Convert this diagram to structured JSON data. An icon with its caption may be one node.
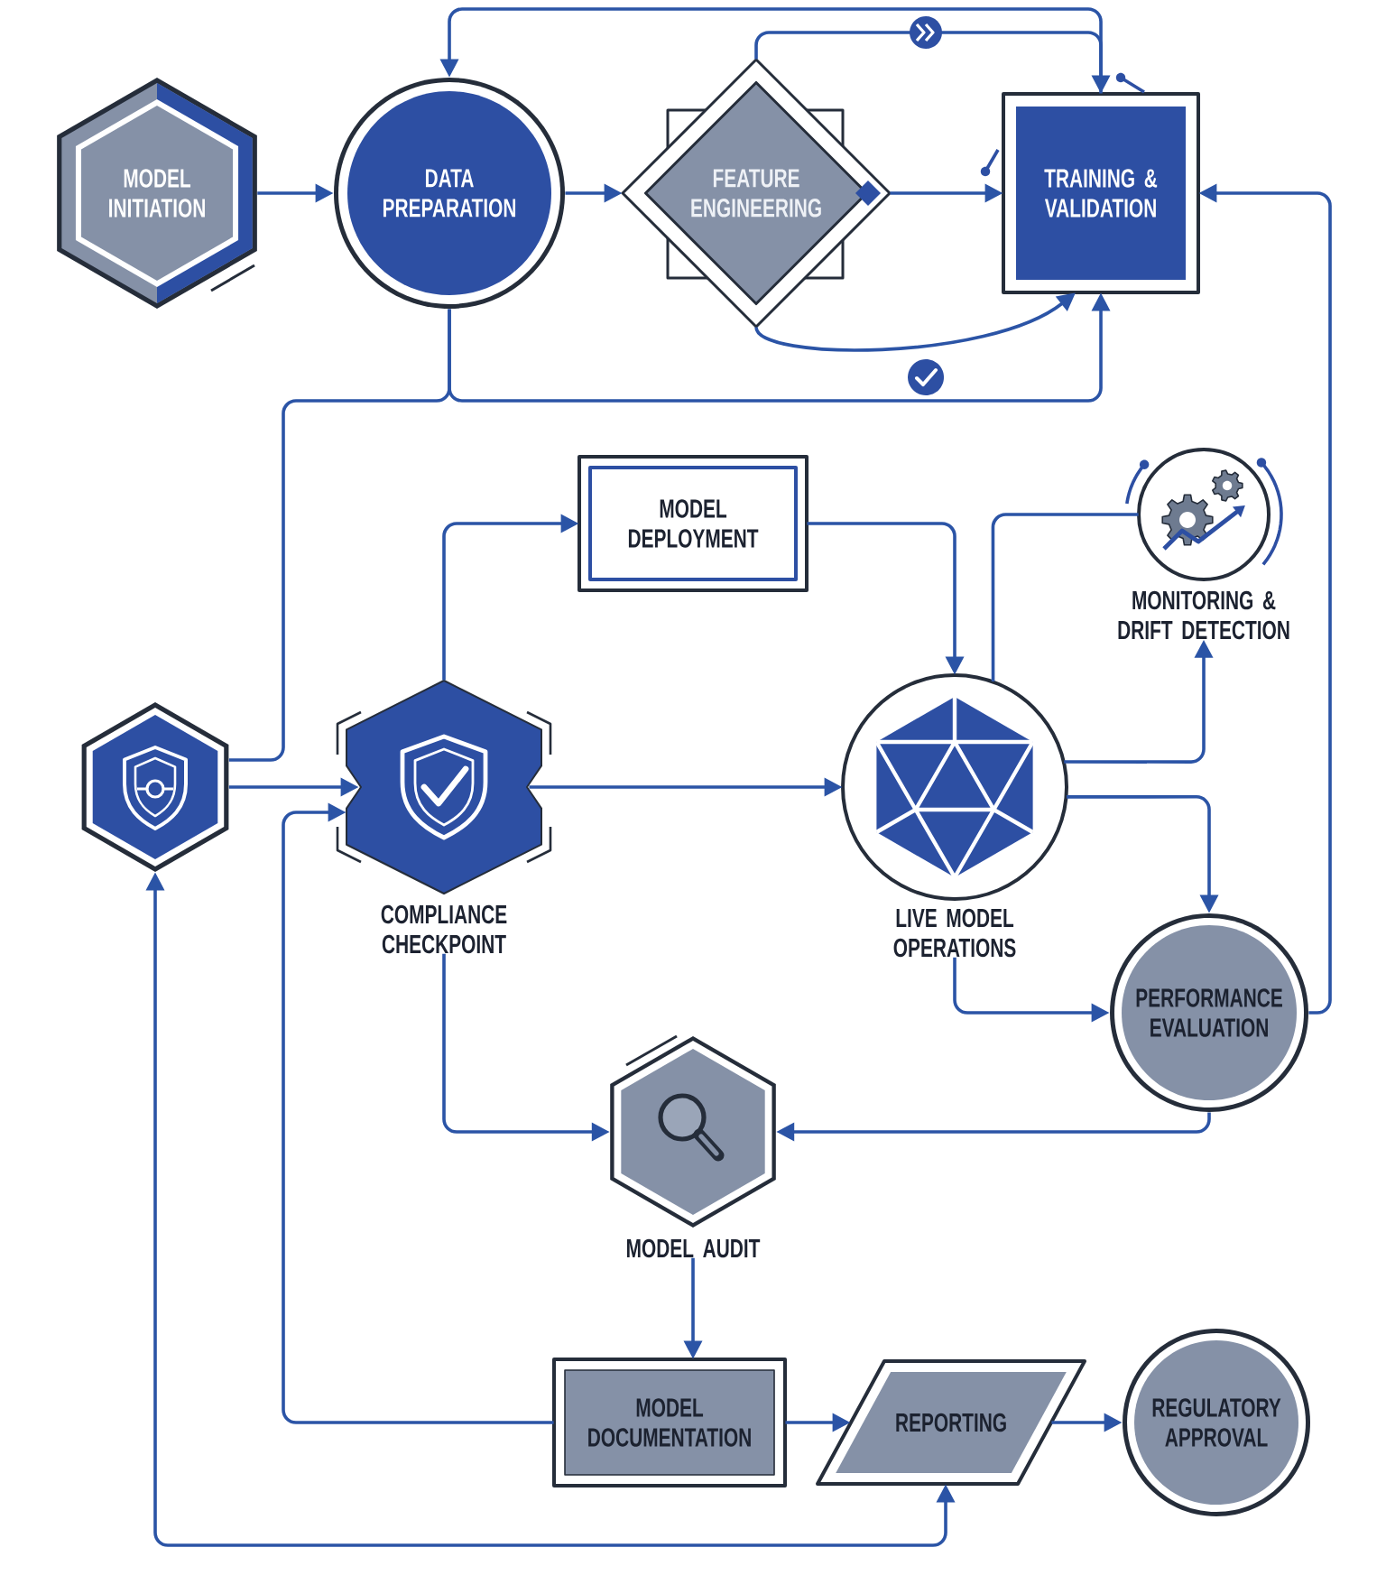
{
  "diagram": {
    "nodes": [
      {
        "text": [
          "MODEL INITIATION"
        ]
      },
      {
        "text": [
          "DATA PREPARATION"
        ]
      },
      {
        "text": [
          "FEATURE ENGINEERING"
        ]
      },
      {
        "text": [
          "TRAINING & VALIDATION"
        ]
      },
      {
        "text": [
          "MODEL DEPLOYMENT"
        ]
      },
      {
        "text": [
          "MONITORING & DRIFT DETECTION"
        ]
      },
      {
        "text": [],
        "shape": "hexagon"
      },
      {
        "text": [
          "COMPLIANCE CHECKPOINT"
        ]
      },
      {
        "text": [
          "LIVE MODEL OPERATIONS"
        ]
      },
      {
        "text": [
          "PERFORMANCE EVALUATION"
        ]
      },
      {
        "text": [
          "MODEL AUDIT"
        ]
      },
      {
        "text": [
          "MODEL DOCUMENTATION"
        ]
      },
      {
        "text": [
          "REPORTING"
        ]
      },
      {
        "text": [
          "REGULATORY APPROVAL"
        ]
      }
    ],
    "edges": [
      {
        "from": 0,
        "to": 1,
        "arrow": "to"
      },
      {
        "from": 1,
        "to": 2,
        "arrow": "to"
      },
      {
        "from": 2,
        "to": 3,
        "arrow": "to"
      },
      {
        "from": 3,
        "to": 1,
        "arrow": "to"
      },
      {
        "from": 2,
        "to": 3,
        "arrow": "to"
      },
      {
        "from": 2,
        "to": 3,
        "arrow": "to"
      },
      {
        "from": 1,
        "to": 3,
        "arrow": "to"
      },
      {
        "from": 1,
        "to": 6,
        "arrow": "none"
      },
      {
        "from": 6,
        "to": 7,
        "arrow": "to"
      },
      {
        "from": 11,
        "to": 7,
        "arrow": "to"
      },
      {
        "from": 6,
        "to": 12,
        "arrow": "both"
      },
      {
        "from": 7,
        "to": 4,
        "arrow": "to"
      },
      {
        "from": 7,
        "to": 8,
        "arrow": "to"
      },
      {
        "from": 4,
        "to": 8,
        "arrow": "to"
      },
      {
        "from": 8,
        "to": 5,
        "arrow": "none"
      },
      {
        "from": 8,
        "to": 5,
        "arrow": "to"
      },
      {
        "from": 8,
        "to": 9,
        "arrow": "to"
      },
      {
        "from": 8,
        "to": 9,
        "arrow": "to"
      },
      {
        "from": 9,
        "to": 3,
        "arrow": "to"
      },
      {
        "from": 9,
        "to": 10,
        "arrow": "to"
      },
      {
        "from": 7,
        "to": 10,
        "arrow": "to"
      },
      {
        "from": 10,
        "to": 11,
        "arrow": "to"
      },
      {
        "from": 11,
        "to": 12,
        "arrow": "to"
      },
      {
        "from": 12,
        "to": 13,
        "arrow": "to"
      }
    ]
  }
}
